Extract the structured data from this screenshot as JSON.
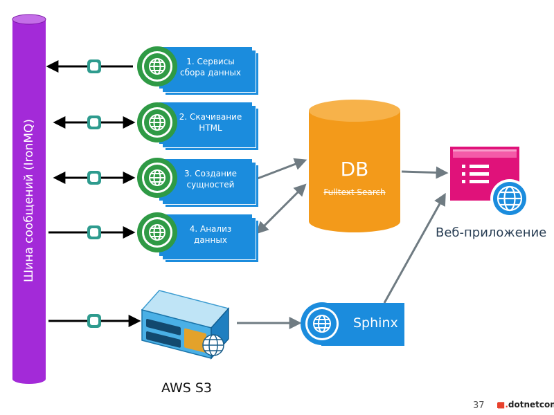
{
  "message_bus": {
    "label": "Шина сообщений (IronMQ)"
  },
  "services": [
    {
      "label": "1. Сервисы\nсбора данных"
    },
    {
      "label": "2. Скачивание\nHTML"
    },
    {
      "label": "3. Создание\nсущностей"
    },
    {
      "label": "4. Анализ\nданных"
    }
  ],
  "database": {
    "title": "DB",
    "subtitle": "Fulltext Search"
  },
  "web_app": {
    "label": "Веб-приложение"
  },
  "sphinx": {
    "label": "Sphinx"
  },
  "storage": {
    "label": "AWS S3"
  },
  "footer": {
    "page_number": "37",
    "brand_prefix": "■.",
    "brand_name": "dotnetconf"
  },
  "colors": {
    "bus": "#a32ad8",
    "service_blue": "#1b8cdd",
    "icon_green": "#2f9a45",
    "db_orange": "#f39a1a",
    "web_pink": "#e0127a",
    "connector_teal": "#2e9b8e",
    "arrow_gray": "#6f7b82"
  },
  "icons": [
    "globe-icon",
    "server-icon",
    "browser-window-icon"
  ]
}
